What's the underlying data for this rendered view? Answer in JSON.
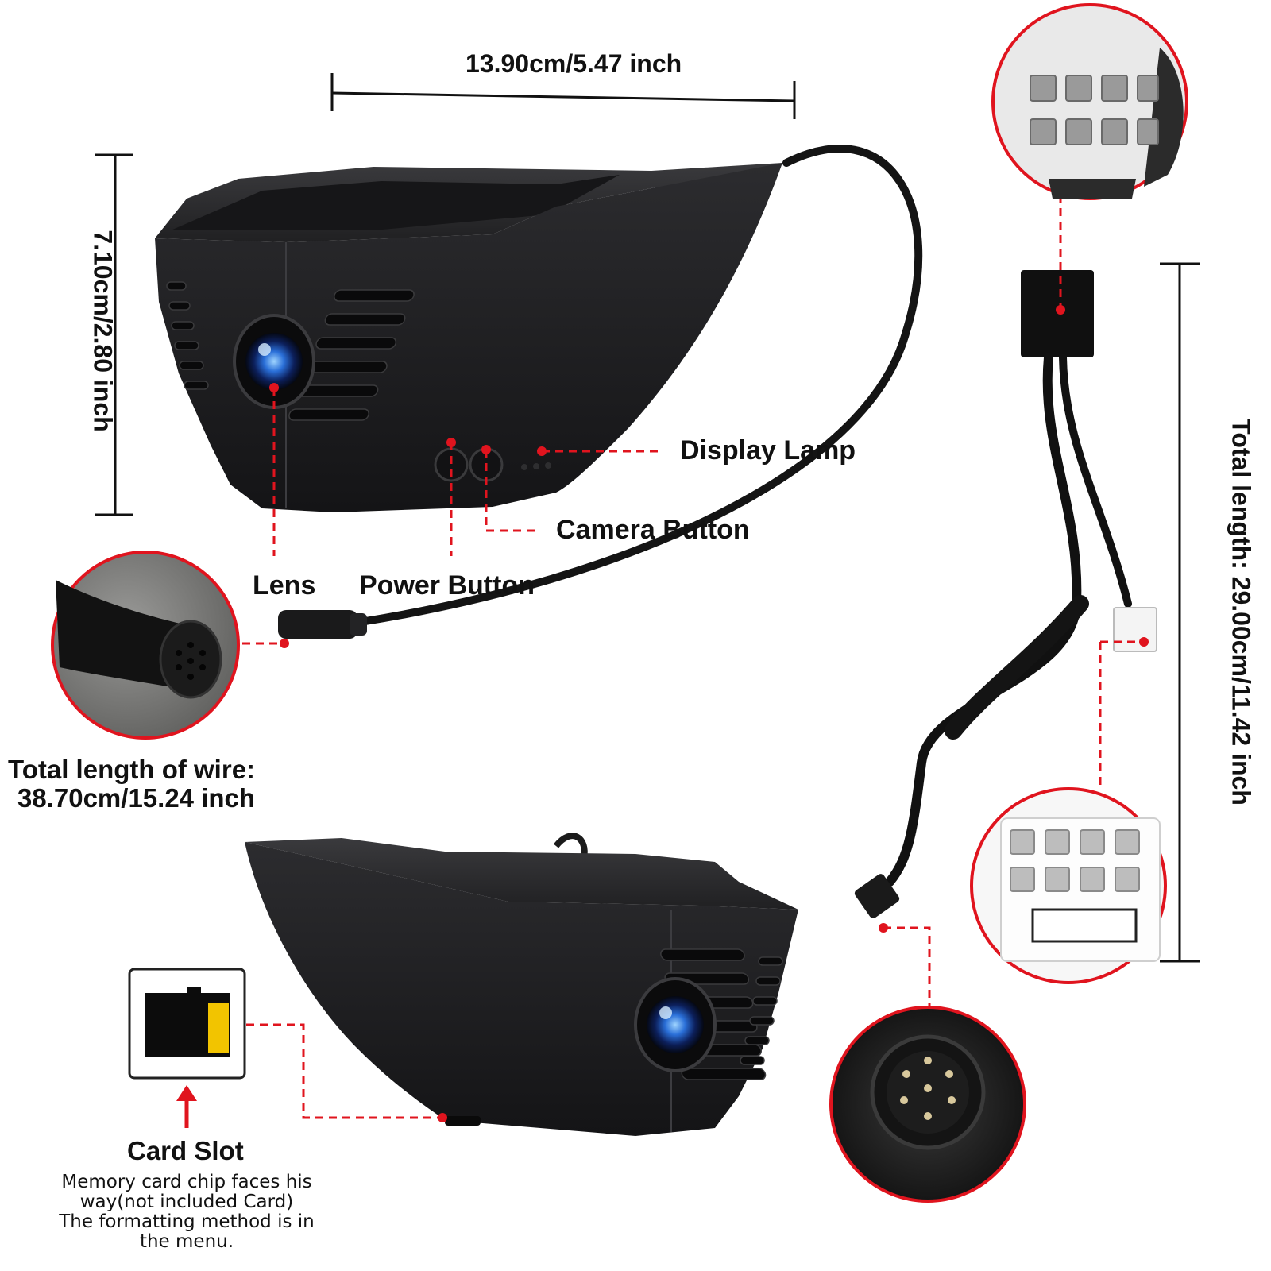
{
  "dimensions": {
    "width": "13.90cm/5.47 inch",
    "height": "7.10cm/2.80 inch",
    "harness_length": "Total length: 29.00cm/11.42 inch"
  },
  "callouts": {
    "display_lamp": "Display Lamp",
    "camera_button": "Camera Button",
    "lens": "Lens",
    "power_button": "Power Button"
  },
  "wire": {
    "line1": "Total length of wire:",
    "line2": "38.70cm/15.24 inch"
  },
  "card_slot": {
    "title": "Card Slot",
    "note_lines": [
      "Memory card chip faces his",
      "way(not included Card)",
      "The formatting method is in",
      "the menu."
    ]
  },
  "icons": [
    "sd-card-icon",
    "up-arrow-icon"
  ],
  "colors": {
    "accent": "#e0141e",
    "body": "#1c1c1e",
    "sd_gold": "#f2c400"
  }
}
